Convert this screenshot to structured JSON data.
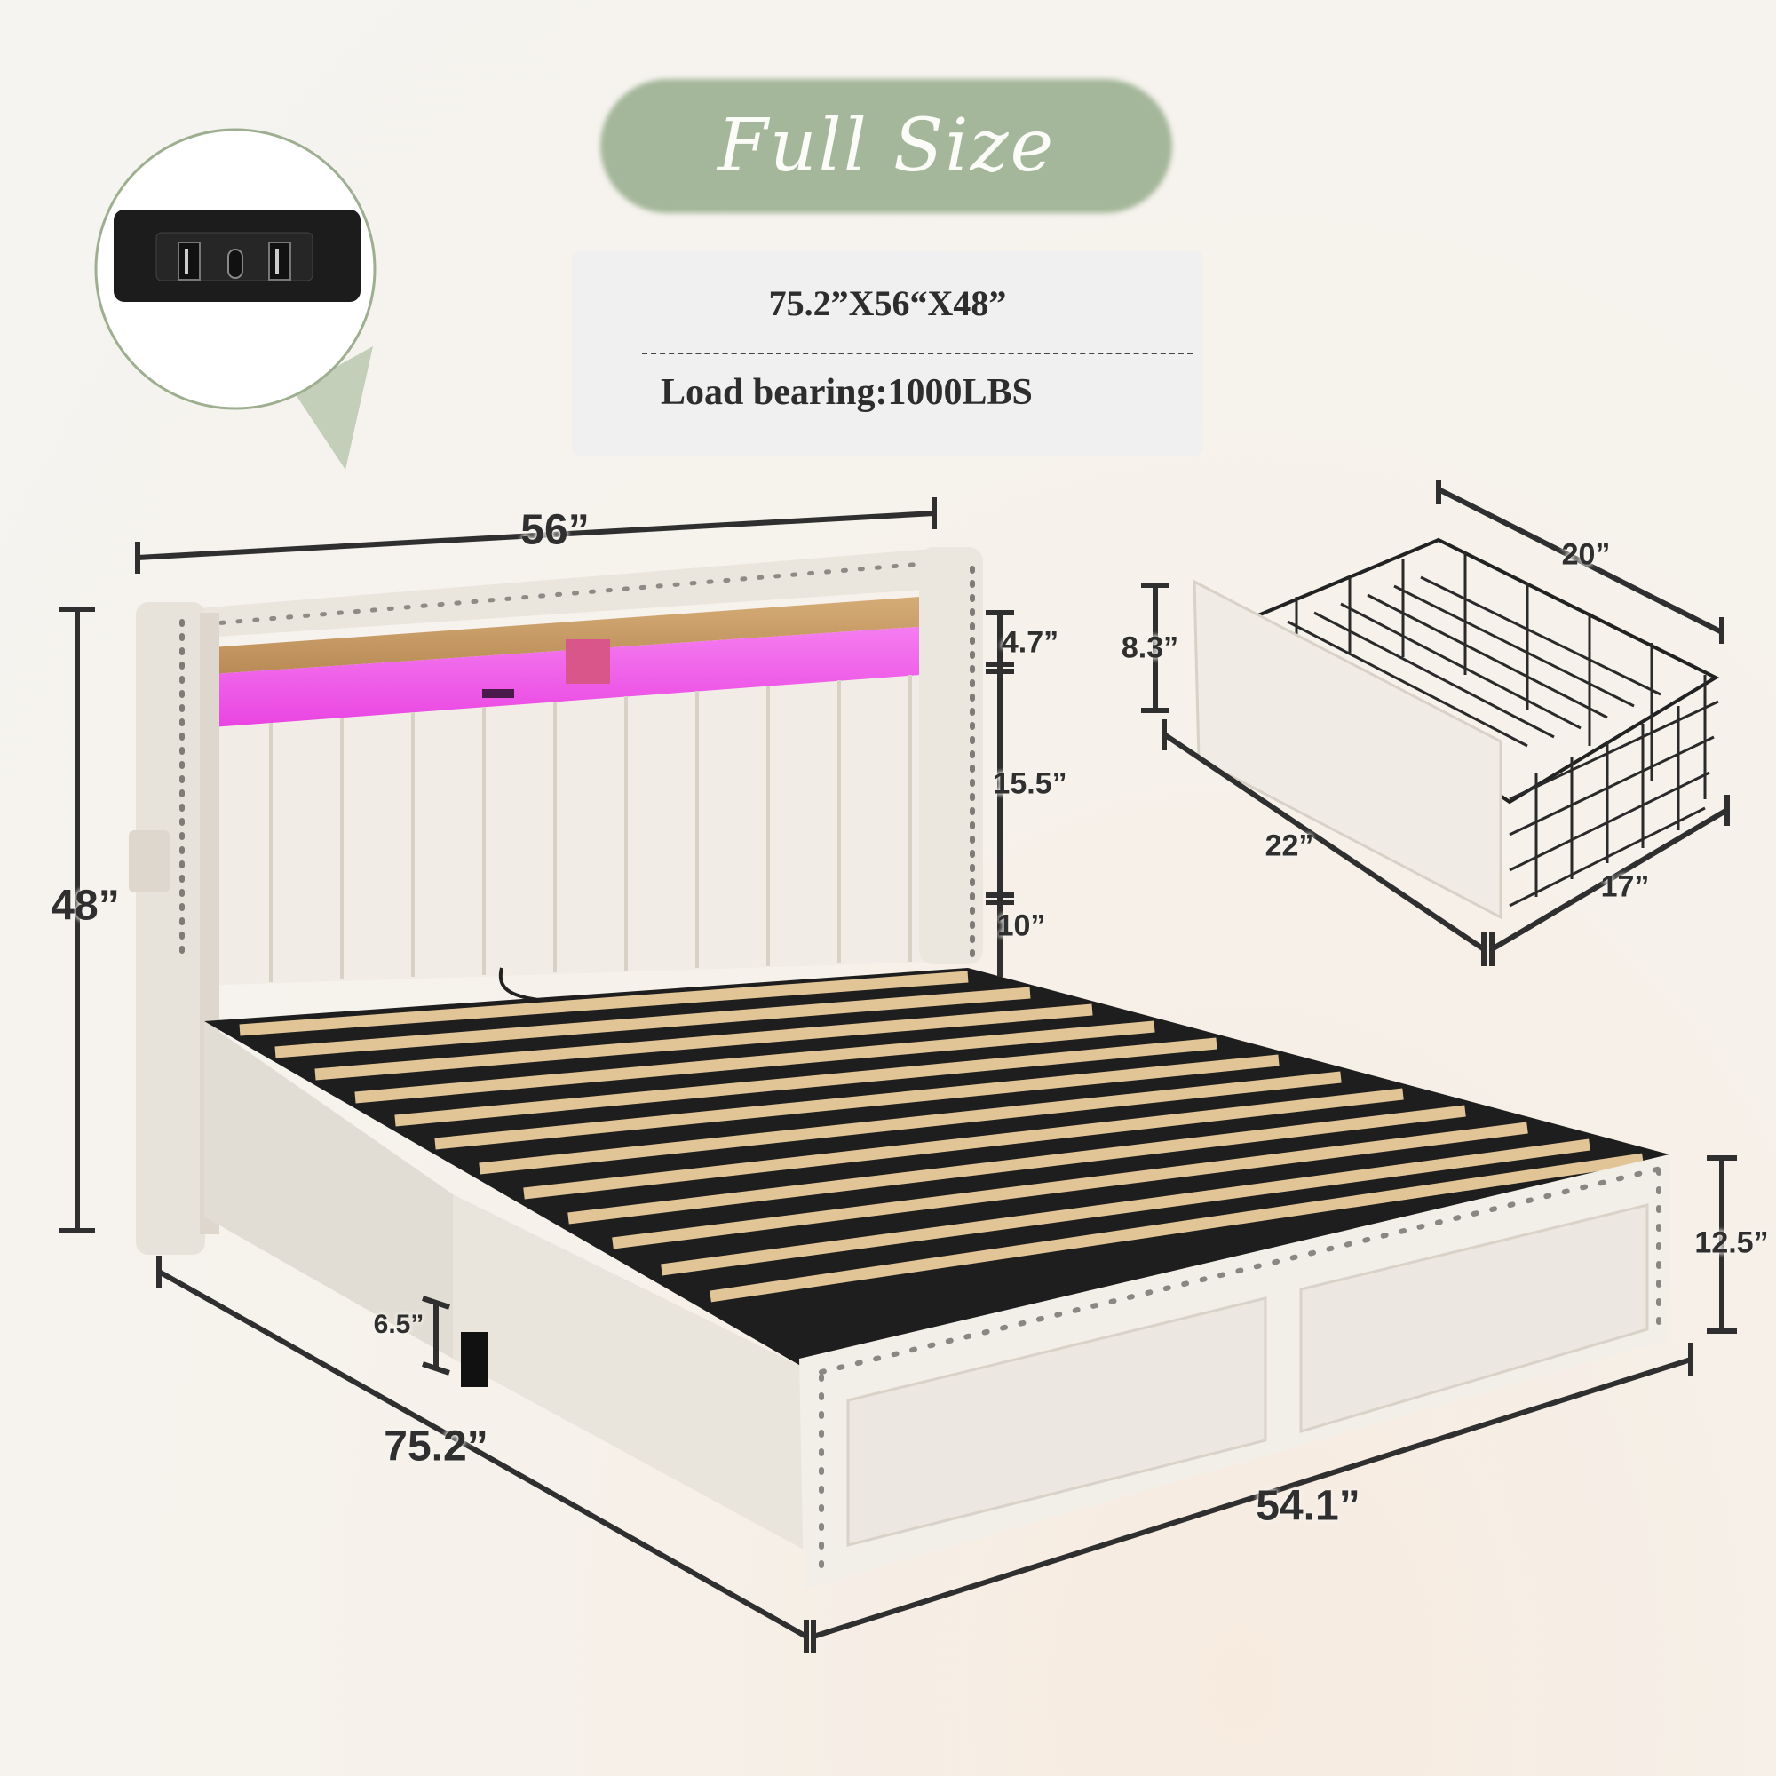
{
  "title": "Full Size",
  "specs": {
    "dimensions": "75.2”X56“X48”",
    "load_bearing": "Load bearing:1000LBS"
  },
  "callout": {
    "label": "usb-charging-station",
    "ports": [
      "USB-A",
      "USB-C",
      "USB-A"
    ]
  },
  "bed_dimensions": {
    "width_top": "56”",
    "height": "48”",
    "shelf_height": "4.7”",
    "headboard_panel": "15.5”",
    "headboard_gap": "10”",
    "leg_height": "6.5”",
    "length": "75.2”",
    "width_base": "54.1”",
    "base_height": "12.5”"
  },
  "drawer_dimensions": {
    "height": "8.3”",
    "depth": "20”",
    "length": "22”",
    "width": "17”"
  },
  "colors": {
    "pill_green": "#a4b79a",
    "upholstery": "#eee9e1",
    "led": "#f048e8",
    "wood": "#c89a62",
    "metal": "#2a2a2a",
    "text": "#2f2f2f"
  }
}
